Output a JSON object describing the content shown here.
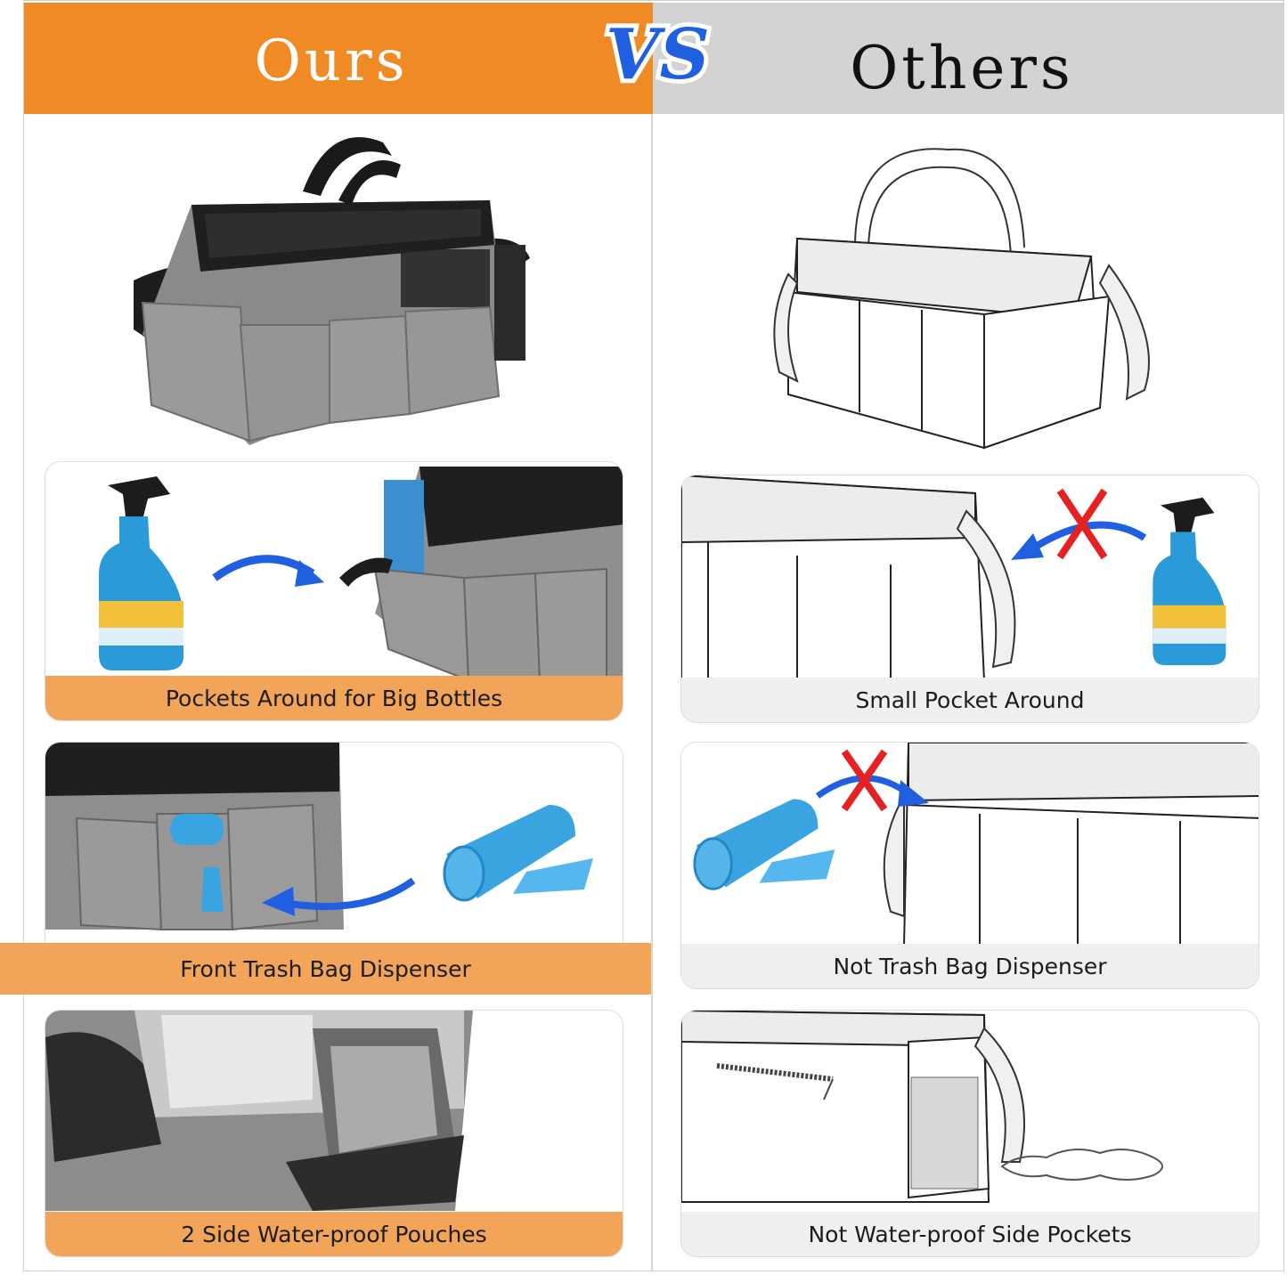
{
  "header": {
    "ours": "Ours",
    "vs": "VS",
    "others": "Others"
  },
  "ours_panels": [
    {
      "caption": "Pockets Around for Big Bottles"
    },
    {
      "caption": "Front Trash Bag Dispenser"
    },
    {
      "caption": "2 Side Water-proof Pouches"
    }
  ],
  "others_panels": [
    {
      "caption": "Small Pocket Around"
    },
    {
      "caption": "Not Trash Bag Dispenser"
    },
    {
      "caption": "Not Water-proof Side Pockets"
    }
  ],
  "colors": {
    "ours_header": "#f08a24",
    "others_header": "#d3d3d3",
    "caption_orange": "#f2a559",
    "caption_gray": "#efefef",
    "vs_blue": "#1f5fe0",
    "cross_red": "#e42222",
    "bag_gray": "#8c8c8c",
    "bottle_blue": "#2a9ad8"
  },
  "icons": [
    "spray-bottle-icon",
    "arrow-icon",
    "cross-icon",
    "trash-bag-roll-icon"
  ]
}
